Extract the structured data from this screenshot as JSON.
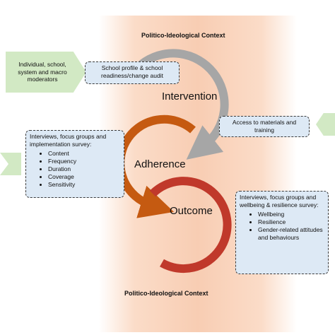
{
  "context": {
    "top_label": "Politico-Ideological Context",
    "bottom_label": "Politico-Ideological Context"
  },
  "cycles": {
    "intervention": "Intervention",
    "adherence": "Adherence",
    "outcome": "Outcome"
  },
  "moderators": {
    "text": "Individual, school, system and macro moderators"
  },
  "boxes": {
    "school_profile": "School profile & school readiness/change audit",
    "access": "Access to materials and training",
    "adherence_methods": {
      "intro": "Interviews, focus groups and implementation survey:",
      "items": [
        "Content",
        "Frequency",
        "Duration",
        "Coverage",
        "Sensitivity"
      ]
    },
    "outcome_methods": {
      "intro": "Interviews, focus groups and wellbeing & resilience survey:",
      "items": [
        "Wellbeing",
        "Resilience",
        "Gender-related attitudes and behaviours"
      ]
    }
  },
  "colors": {
    "intervention_arc": "#a6a6a6",
    "adherence_arc": "#c55a11",
    "outcome_arc": "#c0392b",
    "box_fill": "#dde9f5",
    "green_shapes": "#d2e9c4",
    "context_band": "#f8cdb3"
  }
}
